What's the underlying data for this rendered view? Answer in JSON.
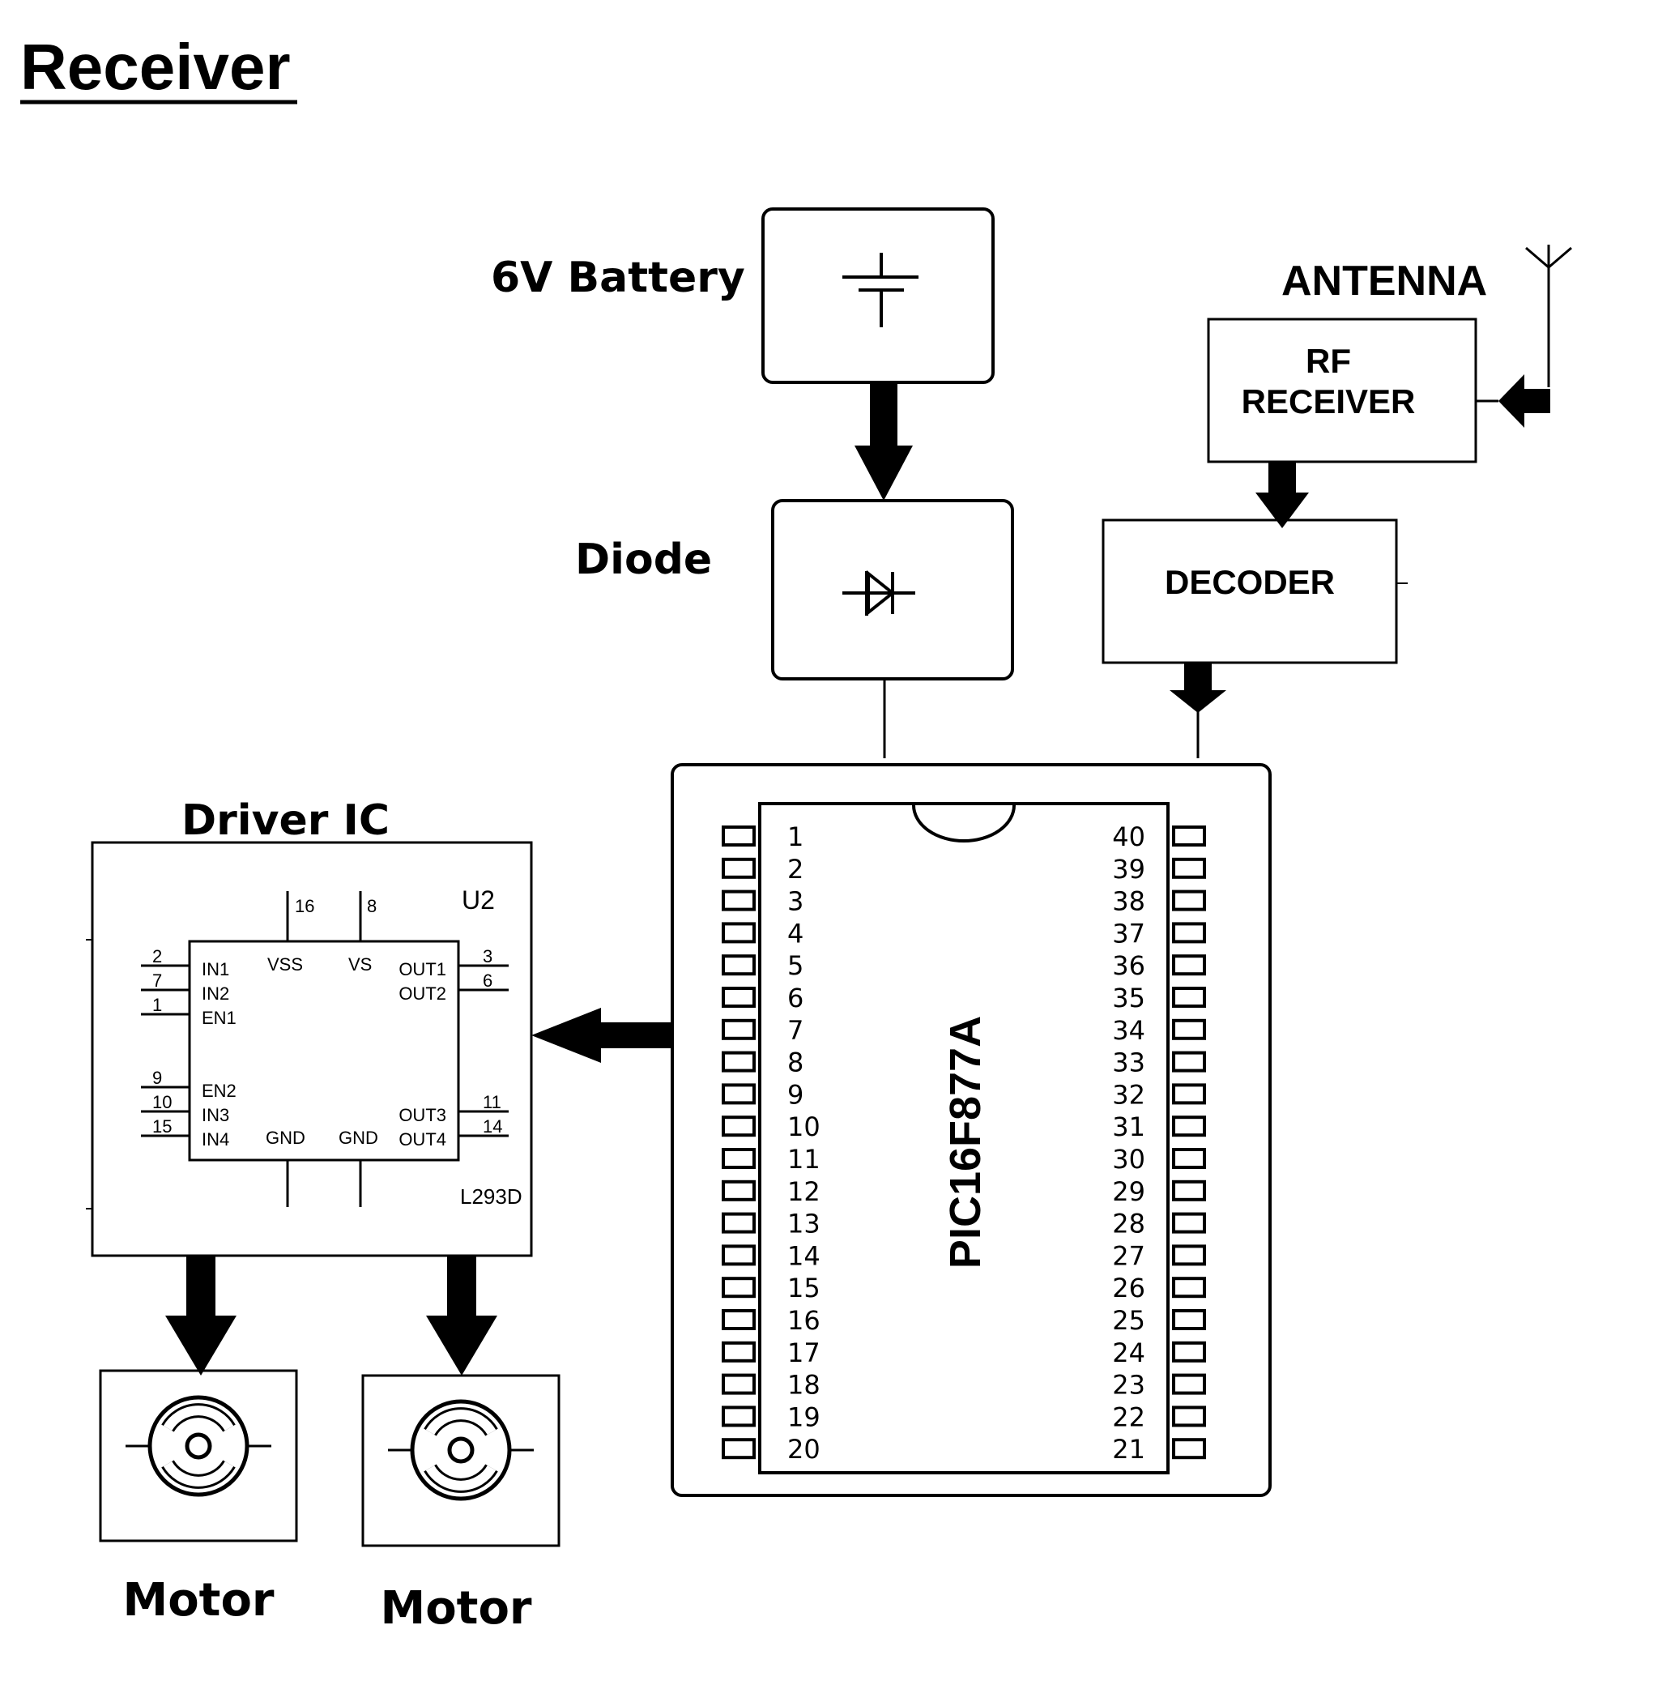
{
  "title": "Receiver",
  "blocks": {
    "battery": "6V Battery",
    "diode": "Diode",
    "antenna": "ANTENNA",
    "rf_line1": "RF",
    "rf_line2": "RECEIVER",
    "decoder": "DECODER",
    "driver": "Driver IC",
    "motor_left": "Motor",
    "motor_right": "Motor"
  },
  "driver_ic": {
    "ref": "U2",
    "part": "L293D",
    "top_pins": {
      "vss_num": "16",
      "vs_num": "8"
    },
    "left_pins": [
      {
        "num": "2",
        "name": "IN1"
      },
      {
        "num": "7",
        "name": "IN2"
      },
      {
        "num": "1",
        "name": "EN1"
      },
      {
        "num": "9",
        "name": "EN2"
      },
      {
        "num": "10",
        "name": "IN3"
      },
      {
        "num": "15",
        "name": "IN4"
      }
    ],
    "right_pins": [
      {
        "num": "3",
        "name": "OUT1"
      },
      {
        "num": "6",
        "name": "OUT2"
      },
      {
        "num": "11",
        "name": "OUT3"
      },
      {
        "num": "14",
        "name": "OUT4"
      }
    ],
    "labels": {
      "vss": "VSS",
      "vs": "VS",
      "gnd1": "GND",
      "gnd2": "GND"
    }
  },
  "mcu": {
    "part": "PIC16F877A",
    "left_pins": [
      "1",
      "2",
      "3",
      "4",
      "5",
      "6",
      "7",
      "8",
      "9",
      "10",
      "11",
      "12",
      "13",
      "14",
      "15",
      "16",
      "17",
      "18",
      "19",
      "20"
    ],
    "right_pins": [
      "40",
      "39",
      "38",
      "37",
      "36",
      "35",
      "34",
      "33",
      "32",
      "31",
      "30",
      "29",
      "28",
      "27",
      "26",
      "25",
      "24",
      "23",
      "22",
      "21"
    ]
  }
}
